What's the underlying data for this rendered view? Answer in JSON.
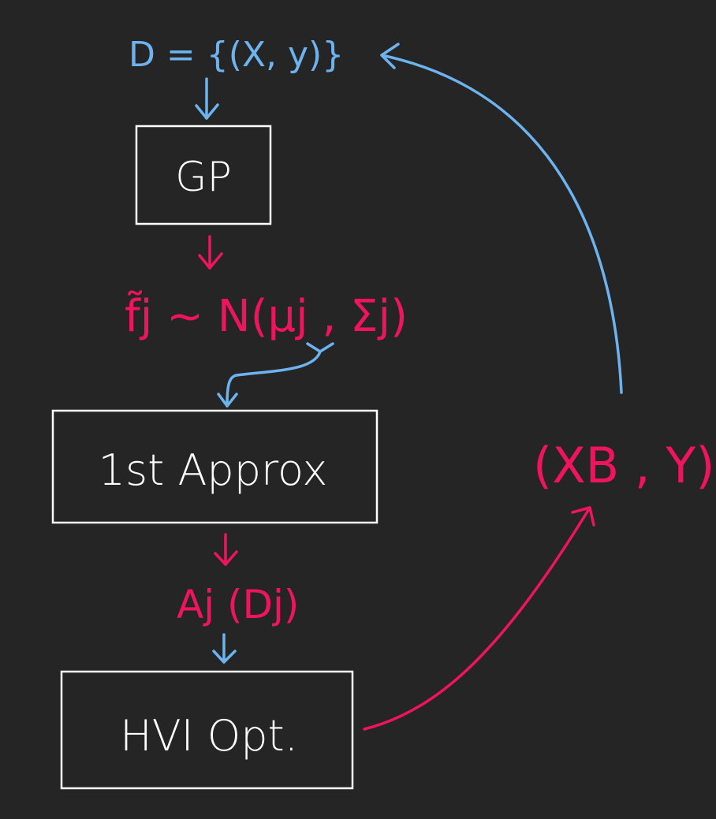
{
  "colors": {
    "background": "#252525",
    "box_stroke": "#ffffff",
    "blue": "#6cb3f0",
    "pink": "#f0145f"
  },
  "dataset_label": "D = {(X, y)}",
  "boxes": {
    "gp": "GP",
    "approx": "1st Approx",
    "hvi": "HVI Opt."
  },
  "posterior_label": "f̃j ~ N(μj , Σj)",
  "acquisition_label": "Aj (Dj)",
  "result_label": "(XB , Y)"
}
